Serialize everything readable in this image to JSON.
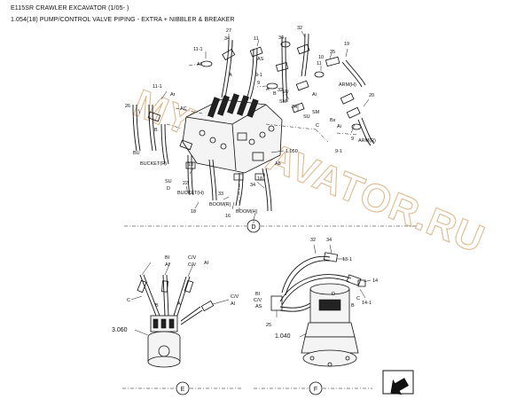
{
  "header": {
    "title": "E115SR CRAWLER EXCAVATOR (1/05- )",
    "subtitle": "1.054(18) PUMP/CONTROL VALVE PIPING - EXTRA + NIBBLER & BREAKER"
  },
  "watermark": "MYEXCAVATOR.RU",
  "views": {
    "d": "D",
    "e": "E",
    "f": "F"
  },
  "callouts": {
    "p27": "27",
    "p34a": "34",
    "p11a": "11",
    "p32a": "32",
    "p11_1a": "11-1",
    "p34b": "34",
    "p11b": "11",
    "p10": "10",
    "p35": "35",
    "p19": "19",
    "p9_1a": "9-1",
    "p9a": "9",
    "p11_1b": "11-1",
    "p26": "26",
    "p20": "20",
    "p32b": "32",
    "p34c": "34",
    "p9b": "9",
    "p9_1b": "9-1",
    "p18a": "18",
    "p18b": "18",
    "p33": "33",
    "p34d": "34",
    "p22": "22",
    "p16": "16",
    "p18c": "18",
    "p1050": "1.050",
    "p3060": "3.060",
    "p1040": "1.040",
    "p32c": "32",
    "p34e": "34",
    "p13_1": "13-1",
    "p14": "14",
    "p14_1": "14-1",
    "p25": "25"
  },
  "port_labels": {
    "ai1": "AI",
    "a1": "A",
    "as": "AS",
    "b1": "B",
    "sm1": "SM",
    "su1": "SU",
    "ar1": "Ar",
    "ac": "AC",
    "bu": "BU",
    "su2": "SU",
    "d": "D",
    "b2": "B",
    "ai2": "Ai",
    "ab": "Ab",
    "sm2": "SM",
    "su3": "SU",
    "c": "C",
    "bs": "Bs",
    "ai3": "Ai",
    "a2": "A",
    "arm_h": "ARM(H)",
    "arm_r": "ARM(R)",
    "bucket_r": "BUCKET(R)",
    "bucket_h": "BUCKET(H)",
    "boom_r": "BOOM(R)",
    "boom_h": "BOOM(H)",
    "e_bi": "BI",
    "e_cv1": "C/V",
    "e_ai1": "AI",
    "e_cv2": "C/V",
    "e_ai2": "AI",
    "e_c": "C",
    "e_b": "B",
    "e_a": "A",
    "e_cv3": "C/V",
    "e_ai3": "AI",
    "f_bi": "BI",
    "f_cv": "C/V",
    "f_as": "AS",
    "f_d": "D",
    "f_c": "C",
    "f_b": "B"
  }
}
